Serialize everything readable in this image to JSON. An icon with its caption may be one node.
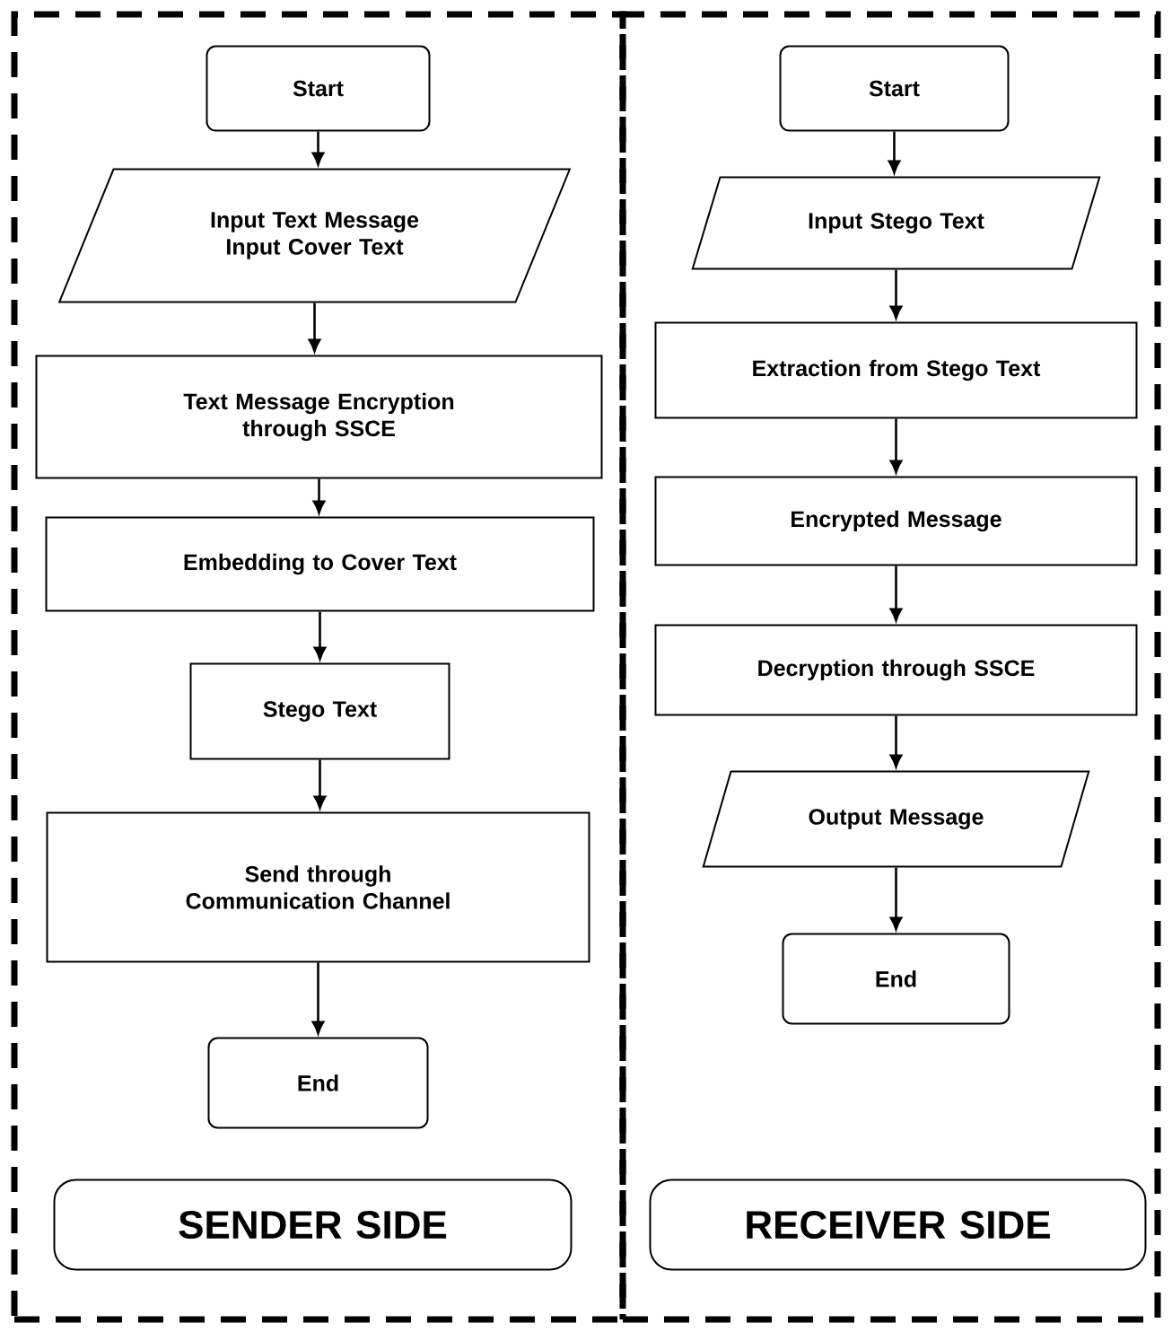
{
  "diagram": {
    "nodes": [
      {
        "text": [],
        "shape": "box"
      },
      {
        "text": [
          "Start"
        ],
        "in": 0
      },
      {
        "text": [
          "Input Text Message",
          "Input Cover Text"
        ],
        "in": 0
      },
      {
        "text": [
          "Text Message Encryption through SSCE"
        ],
        "in": 0
      },
      {
        "text": [
          "Embedding to Cover Text"
        ],
        "in": 0
      },
      {
        "text": [
          "Stego Text"
        ],
        "in": 0
      },
      {
        "text": [
          "Send through Communication Channel"
        ],
        "in": 0
      },
      {
        "text": [
          "End"
        ],
        "in": 0
      },
      {
        "text": [
          "SENDER SIDE"
        ],
        "in": 0
      },
      {
        "text": [],
        "shape": "box"
      },
      {
        "text": [
          "Start"
        ],
        "in": 9
      },
      {
        "text": [
          "Input Stego Text"
        ],
        "in": 9
      },
      {
        "text": [
          "Extraction from Stego Text"
        ],
        "in": 9
      },
      {
        "text": [
          "Encrypted Message"
        ],
        "in": 9
      },
      {
        "text": [
          "Decryption through SSCE"
        ],
        "in": 9
      },
      {
        "text": [
          "Output Message"
        ],
        "in": 9
      },
      {
        "text": [
          "End"
        ],
        "in": 9
      },
      {
        "text": [
          "RECEIVER SIDE"
        ],
        "in": 9
      }
    ],
    "edges": [
      {
        "from": 1,
        "to": 2,
        "arrow": "to"
      },
      {
        "from": 2,
        "to": 3,
        "arrow": "to"
      },
      {
        "from": 3,
        "to": 4,
        "arrow": "to"
      },
      {
        "from": 4,
        "to": 5,
        "arrow": "to"
      },
      {
        "from": 5,
        "to": 6,
        "arrow": "to"
      },
      {
        "from": 6,
        "to": 7,
        "arrow": "to"
      },
      {
        "from": 10,
        "to": 11,
        "arrow": "to"
      },
      {
        "from": 11,
        "to": 12,
        "arrow": "to"
      },
      {
        "from": 12,
        "to": 13,
        "arrow": "to"
      },
      {
        "from": 13,
        "to": 14,
        "arrow": "to"
      },
      {
        "from": 14,
        "to": 15,
        "arrow": "to"
      },
      {
        "from": 15,
        "to": 16,
        "arrow": "to"
      }
    ]
  }
}
